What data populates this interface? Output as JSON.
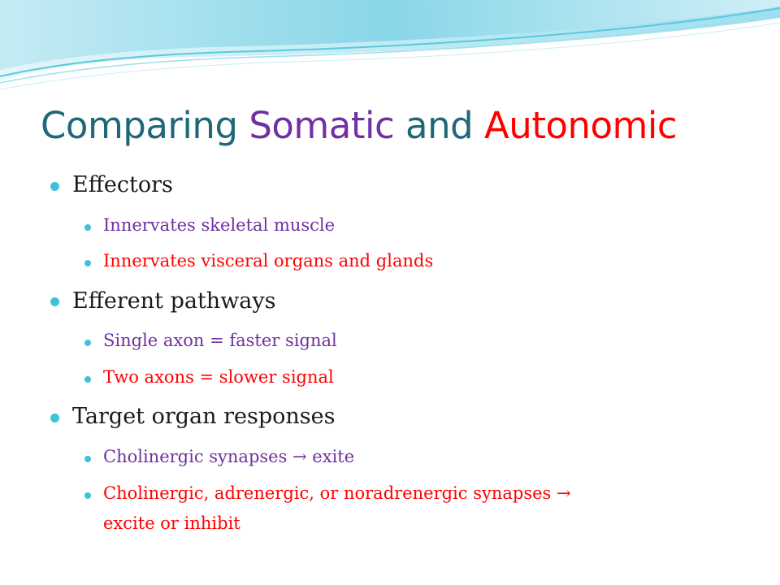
{
  "colors": {
    "title": "#1e6878",
    "somatic": "#7030a0",
    "autonomic": "#ff0000",
    "bullet": "#3fc2d8",
    "heading": "#1a1a1a"
  },
  "slide": {
    "title_prefix": "Comparing ",
    "title_somatic": "Somatic",
    "title_and": " and ",
    "title_autonomic": "Autonomic",
    "sections": [
      {
        "heading": "Effectors",
        "somatic": "Innervates skeletal muscle",
        "autonomic": "Innervates visceral organs and glands"
      },
      {
        "heading": "Efferent pathways",
        "somatic": "Single axon = faster signal",
        "autonomic": "Two axons = slower signal"
      },
      {
        "heading": "Target organ responses",
        "somatic": "Cholinergic synapses → exite",
        "autonomic_line1": "Cholinergic, adrenergic, or noradrenergic synapses →",
        "autonomic_line2": "excite or inhibit"
      }
    ]
  }
}
